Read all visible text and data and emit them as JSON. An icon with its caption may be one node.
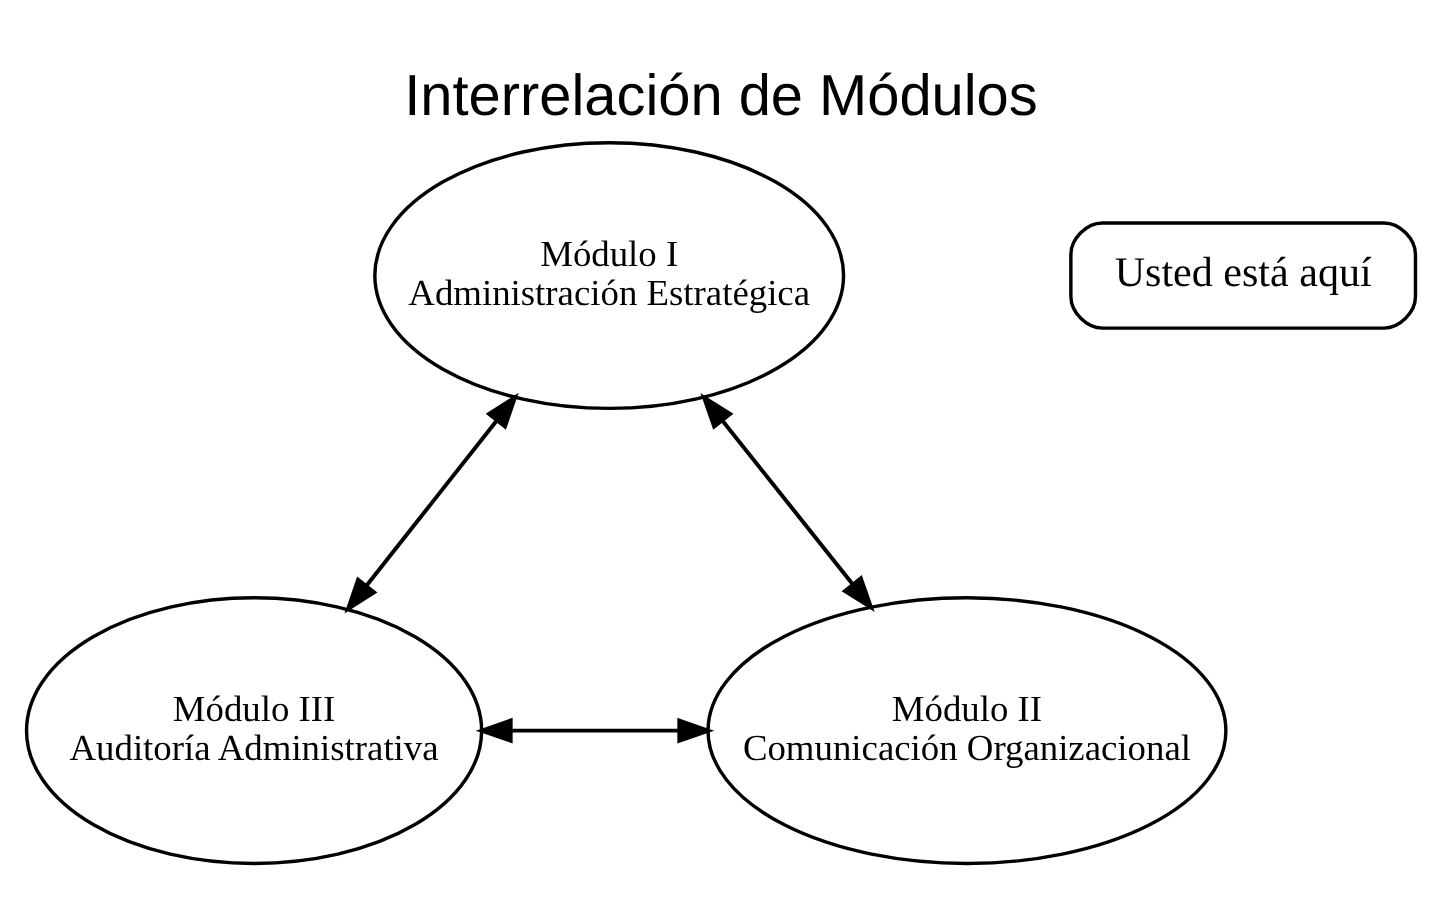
{
  "diagram": {
    "title": "Interrelación de Módulos",
    "nodes": [
      {
        "text": [
          "Usted está aquí"
        ]
      },
      {
        "text": [
          "Módulo I",
          "Administración Estratégica"
        ]
      },
      {
        "text": [
          "Módulo II",
          "Comunicación Organizacional"
        ]
      },
      {
        "text": [
          "Módulo III",
          "Auditoría Administrativa"
        ]
      }
    ],
    "edges": [
      {
        "from": 1,
        "to": 3,
        "arrow": "both"
      },
      {
        "from": 1,
        "to": 2,
        "arrow": "both"
      },
      {
        "from": 3,
        "to": 2,
        "arrow": "both"
      }
    ]
  }
}
